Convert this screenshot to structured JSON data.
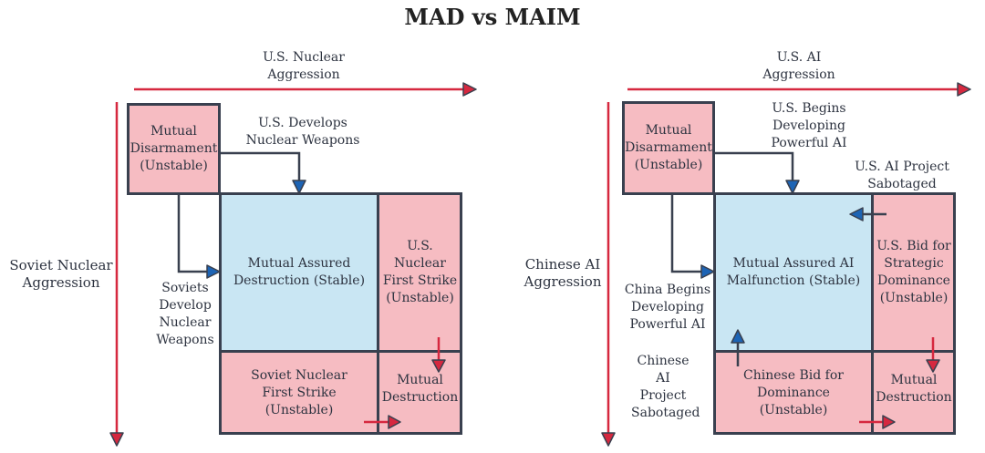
{
  "title": "MAD vs MAIM",
  "left": {
    "x_axis_label": "U.S. Nuclear Aggression",
    "y_axis_label": "Soviet Nuclear Aggression",
    "mutual_disarmament": "Mutual Disarmament (Unstable)",
    "us_develops": "U.S. Develops Nuclear Weapons",
    "soviets_develop": "Soviets Develop Nuclear Weapons",
    "center": "Mutual Assured Destruction (Stable)",
    "right_cell": "U.S. Nuclear First Strike (Unstable)",
    "bottom_cell": "Soviet Nuclear First Strike (Unstable)",
    "corner_cell": "Mutual Destruction"
  },
  "right": {
    "x_axis_label": "U.S. AI Aggression",
    "y_axis_label": "Chinese AI Aggression",
    "mutual_disarmament": "Mutual Disarmament (Unstable)",
    "us_begins": "U.S. Begins Developing Powerful AI",
    "china_begins": "China Begins Developing Powerful AI",
    "us_sabotaged": "U.S. AI Project Sabotaged",
    "china_sabotaged": "Chinese AI Project Sabotaged",
    "center": "Mutual Assured AI Malfunction (Stable)",
    "right_cell": "U.S. Bid for Strategic Dominance (Unstable)",
    "bottom_cell": "Chinese Bid for Dominance (Unstable)",
    "corner_cell": "Mutual Destruction"
  },
  "colors": {
    "pink": "#f6bcc2",
    "blue": "#c9e6f3",
    "red_arrow": "#d6283f",
    "blue_arrow": "#1d64b5",
    "border": "#39404f"
  }
}
